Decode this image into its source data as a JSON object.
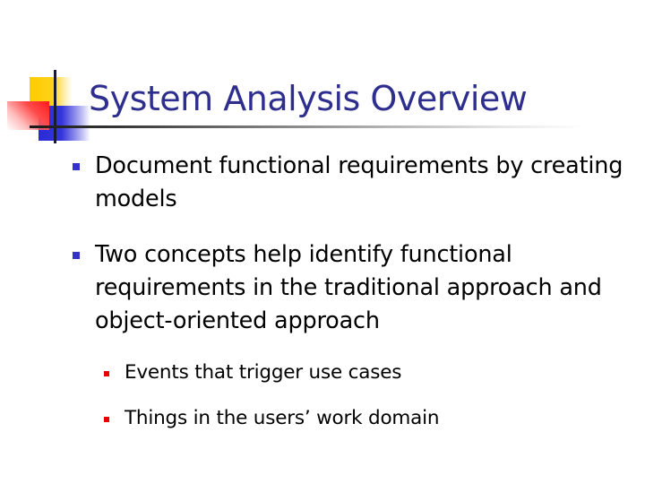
{
  "slide": {
    "title": "System Analysis Overview",
    "colors": {
      "title": "#2e2e8f",
      "bullet_level1": "#3333cc",
      "bullet_level2": "#e60000",
      "logo_yellow": "#ffcc00",
      "logo_blue": "#2b2bd6",
      "logo_red": "#ff1a1a",
      "text": "#000000",
      "background": "#ffffff"
    },
    "bullets": [
      {
        "text": "Document functional requirements by creating models",
        "level": 1
      },
      {
        "text": "Two concepts help identify functional requirements in the traditional approach and object-oriented approach",
        "level": 1,
        "children": [
          {
            "text": "Events that trigger use cases",
            "level": 2
          },
          {
            "text": "Things in the users’ work domain",
            "level": 2
          }
        ]
      }
    ]
  }
}
